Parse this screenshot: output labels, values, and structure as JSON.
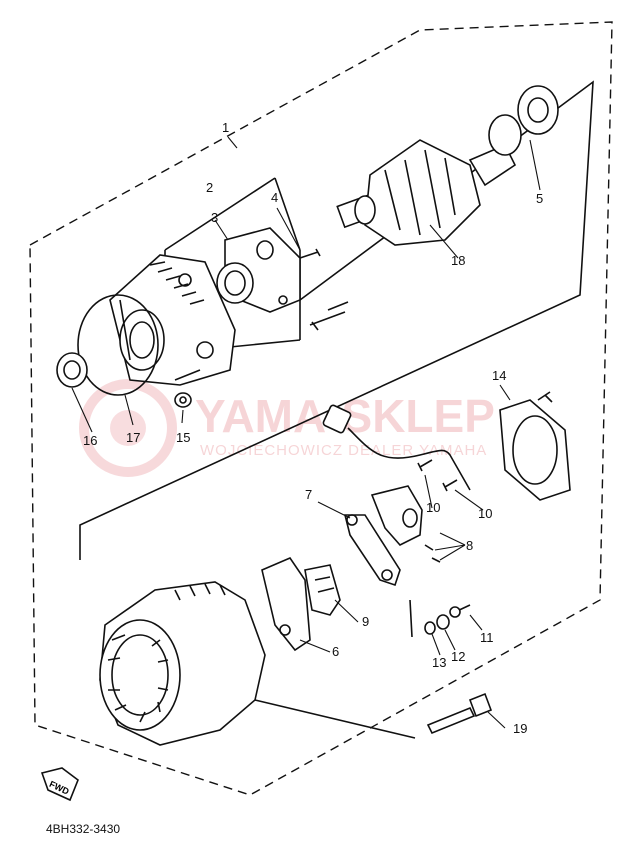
{
  "diagram": {
    "drawing_code": "4BH332-3430",
    "fwd_label": "FWD",
    "watermark": {
      "title": "YAMA-SKLEP",
      "subtitle": "WOJCIECHOWICZ DEALER YAMAHA"
    },
    "callouts": {
      "c1": "1",
      "c2": "2",
      "c3": "3",
      "c4": "4",
      "c5": "5",
      "c6": "6",
      "c7": "7",
      "c8": "8",
      "c9": "9",
      "c10a": "10",
      "c10b": "10",
      "c11": "11",
      "c12": "12",
      "c13": "13",
      "c14": "14",
      "c15": "15",
      "c16": "16",
      "c17": "17",
      "c18": "18",
      "c19": "19"
    }
  }
}
